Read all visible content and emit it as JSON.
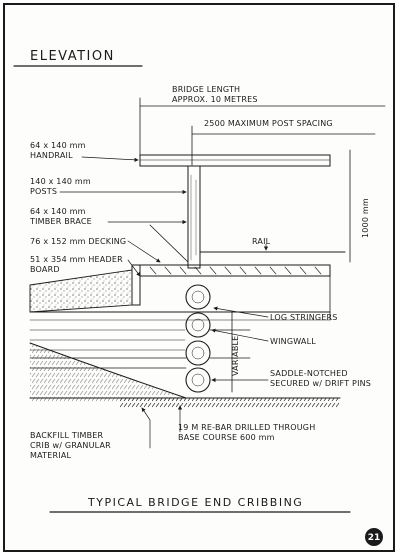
{
  "heading": "ELEVATION",
  "caption": "TYPICAL BRIDGE END CRIBBING",
  "page_number": "21",
  "labels": {
    "bridge_length_1": "BRIDGE LENGTH",
    "bridge_length_2": "APPROX. 10 METRES",
    "post_spacing": "2500 MAXIMUM POST SPACING",
    "height_dim": "1000 mm",
    "handrail_1": "64 x 140 mm",
    "handrail_2": "HANDRAIL",
    "posts_1": "140 x 140 mm",
    "posts_2": "POSTS",
    "brace_1": "64 x 140 mm",
    "brace_2": "TIMBER BRACE",
    "decking": "76 x 152 mm DECKING",
    "header_1": "51 x 354 mm HEADER",
    "header_2": "BOARD",
    "rail": "RAIL",
    "stringers": "LOG STRINGERS",
    "wingwall": "WINGWALL",
    "variable": "VARIABLE",
    "saddle_1": "SADDLE-NOTCHED",
    "saddle_2": "SECURED w/ DRIFT PINS",
    "backfill_1": "BACKFILL TIMBER",
    "backfill_2": "CRIB w/ GRANULAR",
    "backfill_3": "MATERIAL",
    "rebar_1": "19 M RE-BAR DRILLED THROUGH",
    "rebar_2": "BASE COURSE 600 mm"
  }
}
